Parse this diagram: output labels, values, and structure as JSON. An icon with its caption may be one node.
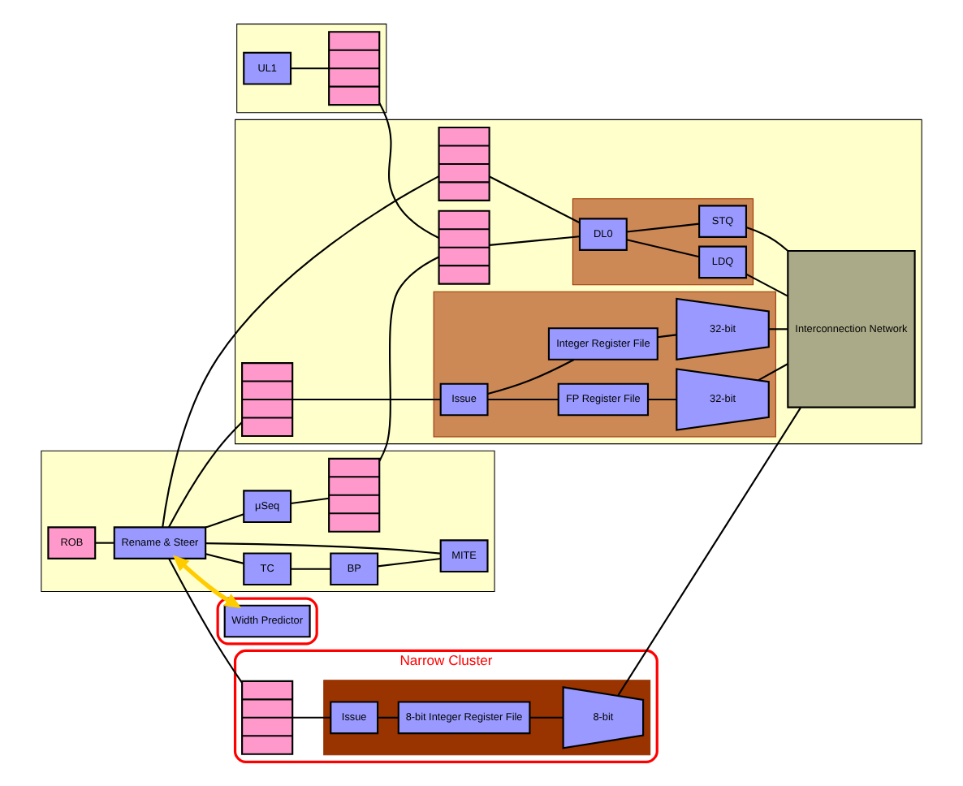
{
  "diagram": {
    "nodes": [
      {
        "text": [],
        "shape": "box"
      },
      {
        "text": [
          "UL1"
        ],
        "in": 0
      },
      {
        "text": [],
        "shape": "bar",
        "in": 0
      },
      {
        "text": [],
        "shape": "box"
      },
      {
        "text": [
          "ROB"
        ],
        "in": 3
      },
      {
        "text": [
          "Rename & Steer"
        ],
        "in": 3
      },
      {
        "text": [
          "TC"
        ],
        "in": 3
      },
      {
        "text": [
          "BP"
        ],
        "in": 3
      },
      {
        "text": [
          "MITE"
        ],
        "in": 3
      },
      {
        "text": [
          "μSeq"
        ],
        "in": 3
      },
      {
        "text": [],
        "shape": "bar",
        "in": 3
      },
      {
        "text": [],
        "shape": "box"
      },
      {
        "text": [
          "Width Predictor"
        ],
        "in": 11
      },
      {
        "text": [],
        "shape": "box"
      },
      {
        "text": [
          "Narrow Cluster"
        ]
      },
      {
        "text": [],
        "shape": "box",
        "in": 14
      },
      {
        "text": [],
        "shape": "bar",
        "in": 14
      },
      {
        "text": [
          "Issue"
        ],
        "in": 15
      },
      {
        "text": [
          "8-bit Integer Register File"
        ],
        "in": 15
      },
      {
        "text": [
          "8-bit"
        ],
        "in": 15
      },
      {
        "text": [],
        "shape": "box",
        "in": 13
      },
      {
        "text": [],
        "shape": "bar",
        "in": 13
      },
      {
        "text": [],
        "shape": "bar",
        "in": 13
      },
      {
        "text": [
          "DL0"
        ],
        "in": 20
      },
      {
        "text": [
          "LDQ"
        ],
        "in": 20
      },
      {
        "text": [
          "STQ"
        ],
        "in": 20
      },
      {
        "text": [],
        "shape": "box",
        "in": 13
      },
      {
        "text": [],
        "shape": "bar",
        "in": 13
      },
      {
        "text": [
          "Issue"
        ],
        "in": 26
      },
      {
        "text": [
          "FP Register File"
        ],
        "in": 26
      },
      {
        "text": [
          "32-bit"
        ],
        "in": 26
      },
      {
        "text": [
          "Integer Register File"
        ],
        "in": 26
      },
      {
        "text": [
          "32-bit"
        ],
        "in": 26
      },
      {
        "text": [
          "Interconnection Network"
        ],
        "in": 13
      }
    ],
    "edges": [
      {
        "from": 1,
        "to": 2,
        "arrow": "none"
      },
      {
        "from": 2,
        "to": 21,
        "arrow": "none"
      },
      {
        "from": 10,
        "to": 21,
        "arrow": "none"
      },
      {
        "from": 4,
        "to": 5,
        "arrow": "none"
      },
      {
        "from": 5,
        "to": 6,
        "arrow": "none"
      },
      {
        "from": 5,
        "to": 8,
        "arrow": "none"
      },
      {
        "from": 5,
        "to": 9,
        "arrow": "none"
      },
      {
        "from": 6,
        "to": 7,
        "arrow": "none"
      },
      {
        "from": 7,
        "to": 8,
        "arrow": "none"
      },
      {
        "from": 9,
        "to": 10,
        "arrow": "none"
      },
      {
        "from": 5,
        "to": 12,
        "arrow": "both",
        "style": "thick",
        "color": "#ffcc00"
      },
      {
        "from": 5,
        "to": 16,
        "arrow": "none"
      },
      {
        "from": 5,
        "to": 22,
        "arrow": "none"
      },
      {
        "from": 5,
        "to": 27,
        "arrow": "none"
      },
      {
        "from": 16,
        "to": 17,
        "arrow": "none"
      },
      {
        "from": 17,
        "to": 18,
        "arrow": "none"
      },
      {
        "from": 18,
        "to": 19,
        "arrow": "none"
      },
      {
        "from": 19,
        "to": 33,
        "arrow": "none"
      },
      {
        "from": 21,
        "to": 23,
        "arrow": "none"
      },
      {
        "from": 22,
        "to": 23,
        "arrow": "none"
      },
      {
        "from": 23,
        "to": 24,
        "arrow": "none"
      },
      {
        "from": 23,
        "to": 25,
        "arrow": "none"
      },
      {
        "from": 24,
        "to": 33,
        "arrow": "none"
      },
      {
        "from": 25,
        "to": 33,
        "arrow": "none"
      },
      {
        "from": 27,
        "to": 28,
        "arrow": "none"
      },
      {
        "from": 28,
        "to": 29,
        "arrow": "none"
      },
      {
        "from": 28,
        "to": 31,
        "arrow": "none"
      },
      {
        "from": 29,
        "to": 30,
        "arrow": "none"
      },
      {
        "from": 31,
        "to": 32,
        "arrow": "none"
      },
      {
        "from": 30,
        "to": 33,
        "arrow": "none"
      },
      {
        "from": 32,
        "to": 33,
        "arrow": "none"
      }
    ]
  }
}
